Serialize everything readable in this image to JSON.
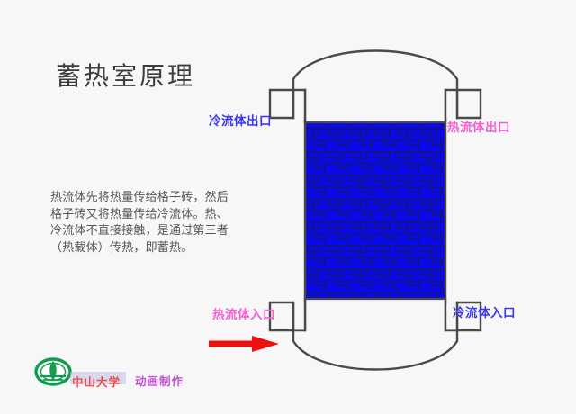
{
  "page": {
    "title": "蓄热室原理",
    "background_color": "#f7f7f7"
  },
  "description": {
    "text": "热流体先将热量传给格子砖，然后\n格子砖又将热量传给冷流体。热、\n冷流体不直接接触，是通过第三者\n（热载体）传热，即蓄热。"
  },
  "diagram": {
    "name": "regenerator-vessel",
    "vessel_outline_color": "#4a4a4a",
    "checker_fill_color": "#0a0ae8",
    "checker_line_color": "#11119a",
    "labels": {
      "cold_outlet": {
        "text": "冷流体出口",
        "color": "#3b36f0"
      },
      "hot_outlet": {
        "text": "热流体出口",
        "color": "#f55fd2"
      },
      "hot_inlet": {
        "text": "热流体入口",
        "color": "#f55fd2"
      },
      "cold_inlet": {
        "text": "冷流体入口",
        "color": "#3b36f0"
      }
    },
    "flow_arrow": {
      "name": "hot-fluid-inlet-arrow",
      "direction": "right",
      "color": "#ee1111"
    }
  },
  "footer": {
    "logo_name": "sun-yat-sen-university-logo",
    "logo_color": "#0f9e4f",
    "watermark_university": "中山大学",
    "watermark_university_color": "#e8392e",
    "watermark_credit": "动画制作",
    "watermark_credit_color": "#c23fd6"
  }
}
